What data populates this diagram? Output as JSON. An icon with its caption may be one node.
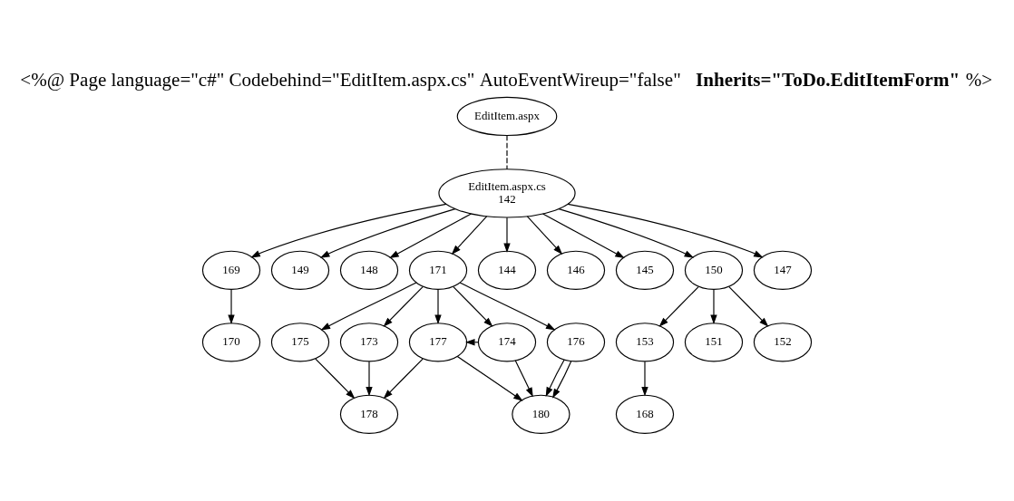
{
  "diagram": {
    "title": "<%@ Page language=\"c#\" Codebehind=\"EditItem.aspx.cs\" AutoEventWireup=\"false\" **Inherits=\"ToDo.EditItemForm\"** %>",
    "nodes": [
      {
        "text": [
          "EditItem.aspx"
        ]
      },
      {
        "text": [
          "EditItem.aspx.cs",
          "142"
        ]
      },
      {
        "text": [
          "169"
        ]
      },
      {
        "text": [
          "149"
        ]
      },
      {
        "text": [
          "148"
        ]
      },
      {
        "text": [
          "171"
        ]
      },
      {
        "text": [
          "144"
        ]
      },
      {
        "text": [
          "146"
        ]
      },
      {
        "text": [
          "145"
        ]
      },
      {
        "text": [
          "150"
        ]
      },
      {
        "text": [
          "147"
        ]
      },
      {
        "text": [
          "170"
        ]
      },
      {
        "text": [
          "175"
        ]
      },
      {
        "text": [
          "173"
        ]
      },
      {
        "text": [
          "177"
        ]
      },
      {
        "text": [
          "174"
        ]
      },
      {
        "text": [
          "176"
        ]
      },
      {
        "text": [
          "153"
        ]
      },
      {
        "text": [
          "151"
        ]
      },
      {
        "text": [
          "152"
        ]
      },
      {
        "text": [
          "178"
        ]
      },
      {
        "text": [
          "180"
        ]
      },
      {
        "text": [
          "168"
        ]
      }
    ],
    "edges": [
      {
        "from": 0,
        "to": 1,
        "arrow": "none",
        "style": "dashed"
      },
      {
        "from": 1,
        "to": 2,
        "arrow": "to"
      },
      {
        "from": 1,
        "to": 3,
        "arrow": "to"
      },
      {
        "from": 1,
        "to": 4,
        "arrow": "to"
      },
      {
        "from": 1,
        "to": 5,
        "arrow": "to"
      },
      {
        "from": 1,
        "to": 6,
        "arrow": "to"
      },
      {
        "from": 1,
        "to": 7,
        "arrow": "to"
      },
      {
        "from": 1,
        "to": 8,
        "arrow": "to"
      },
      {
        "from": 1,
        "to": 9,
        "arrow": "to"
      },
      {
        "from": 1,
        "to": 10,
        "arrow": "to"
      },
      {
        "from": 2,
        "to": 11,
        "arrow": "to"
      },
      {
        "from": 5,
        "to": 12,
        "arrow": "to"
      },
      {
        "from": 5,
        "to": 13,
        "arrow": "to"
      },
      {
        "from": 5,
        "to": 14,
        "arrow": "to"
      },
      {
        "from": 5,
        "to": 15,
        "arrow": "to"
      },
      {
        "from": 5,
        "to": 16,
        "arrow": "to"
      },
      {
        "from": 9,
        "to": 17,
        "arrow": "to"
      },
      {
        "from": 9,
        "to": 18,
        "arrow": "to"
      },
      {
        "from": 9,
        "to": 19,
        "arrow": "to"
      },
      {
        "from": 12,
        "to": 20,
        "arrow": "to"
      },
      {
        "from": 13,
        "to": 20,
        "arrow": "to"
      },
      {
        "from": 14,
        "to": 20,
        "arrow": "to"
      },
      {
        "from": 14,
        "to": 21,
        "arrow": "to"
      },
      {
        "from": 15,
        "to": 14,
        "arrow": "to"
      },
      {
        "from": 15,
        "to": 21,
        "arrow": "to"
      },
      {
        "from": 16,
        "to": 21,
        "arrow": "to"
      },
      {
        "from": 16,
        "to": 21,
        "arrow": "to"
      },
      {
        "from": 17,
        "to": 22,
        "arrow": "to"
      }
    ]
  }
}
